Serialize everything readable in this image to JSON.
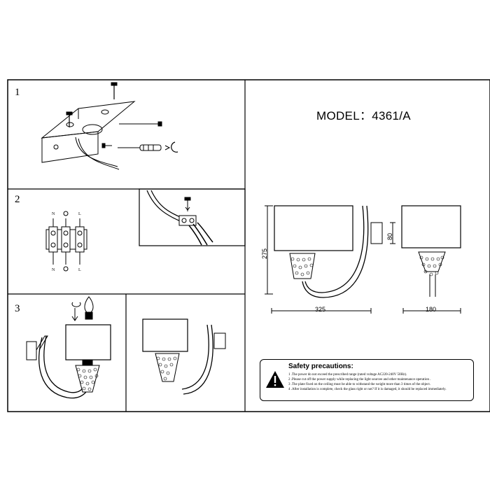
{
  "steps": {
    "s1": "1",
    "s2": "2",
    "s3": "3"
  },
  "model": "MODEL：4361/A",
  "wiring": {
    "n": "N",
    "l": "L"
  },
  "dimensions": {
    "height": "275",
    "width": "325",
    "depth": "180",
    "plate": "80"
  },
  "safety": {
    "title": "Safety precautions:",
    "lines": [
      "1 .The power do not exceed the prescribed range (rated voltage AC220-240V 50Hz).",
      "2 .Please cut off the power supply while replacing the light sourcee and other maintenance operation .",
      "3 .The plate fixed on the ceiling must be able to withstand the weight more than 3 times of the object.",
      "4 .After installation is complete, check the glass right or not? If it is damaged, it should be replaced immediately."
    ]
  }
}
